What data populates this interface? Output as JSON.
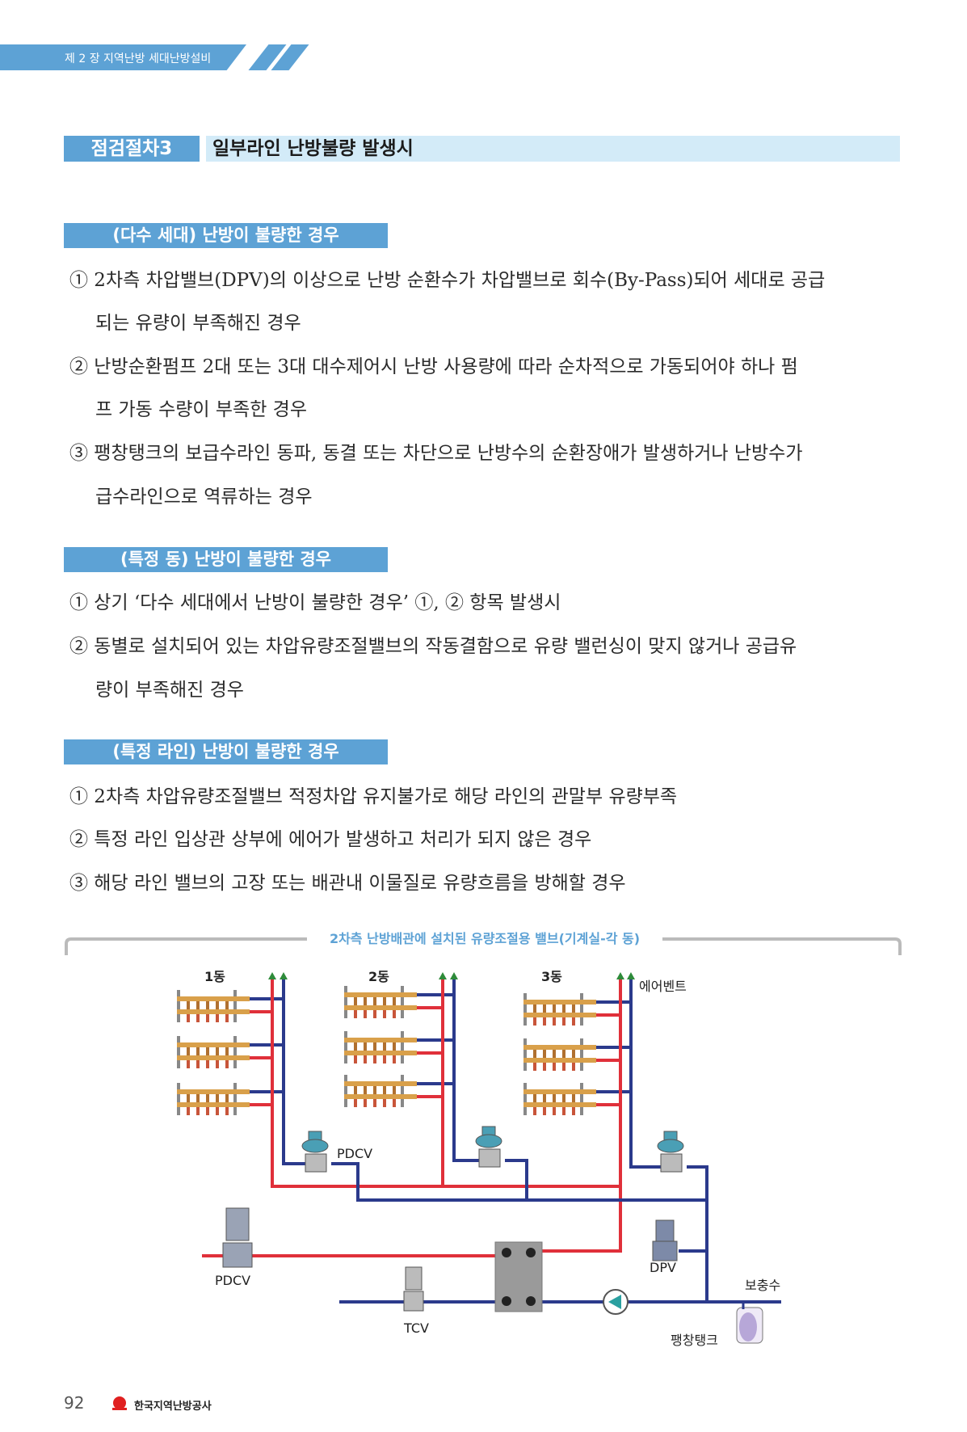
{
  "header": {
    "chapter": "제 2 장 지역난방 세대난방설비"
  },
  "step": {
    "label": "점검절차3",
    "title": "일부라인 난방불량 발생시"
  },
  "sections": [
    {
      "heading": "(다수 세대) 난방이 불량한 경우",
      "lines": [
        "① 2차측 차압밸브(DPV)의 이상으로 난방 순환수가 차압밸브로 회수(By-Pass)되어 세대로 공급",
        "되는 유량이 부족해진 경우",
        "② 난방순환펌프 2대 또는 3대 대수제어시 난방 사용량에 따라 순차적으로 가동되어야 하나 펌",
        "프 가동 수량이 부족한 경우",
        "③ 팽창탱크의 보급수라인 동파, 동결 또는 차단으로 난방수의 순환장애가 발생하거나 난방수가",
        "급수라인으로 역류하는 경우"
      ]
    },
    {
      "heading": "(특정 동) 난방이 불량한 경우",
      "lines": [
        "① 상기 ‘다수 세대에서 난방이 불량한 경우’ ①, ② 항목 발생시",
        "② 동별로 설치되어 있는 차압유량조절밸브의 작동결함으로 유량 밸런싱이 맞지 않거나 공급유",
        "량이 부족해진 경우"
      ]
    },
    {
      "heading": "(특정 라인) 난방이 불량한 경우",
      "lines": [
        "① 2차측 차압유량조절밸브 적정차압 유지불가로 해당 라인의 관말부 유량부족",
        "② 특정 라인 입상관 상부에 에어가 발생하고 처리가 되지 않은 경우",
        "③ 해당 라인 밸브의 고장 또는 배관내 이물질로 유량흐름을 방해할 경우"
      ]
    }
  ],
  "diagram": {
    "caption": "2차측 난방배관에 설치된 유량조절용 밸브(기계실-각 동)",
    "buildings": [
      "1동",
      "2동",
      "3동"
    ],
    "air_vent": "에어벤트",
    "pdcv": "PDCV",
    "pdcv_primary": "PDCV",
    "dpv": "DPV",
    "tcv": "TCV",
    "makeup": "보충수",
    "expansion_tank": "팽창탱크"
  },
  "footer": {
    "page": "92",
    "org": "한국지역난방공사"
  },
  "colors": {
    "accent": "#5da2d5",
    "supply": "#e0303a",
    "return": "#2b3a8c"
  }
}
